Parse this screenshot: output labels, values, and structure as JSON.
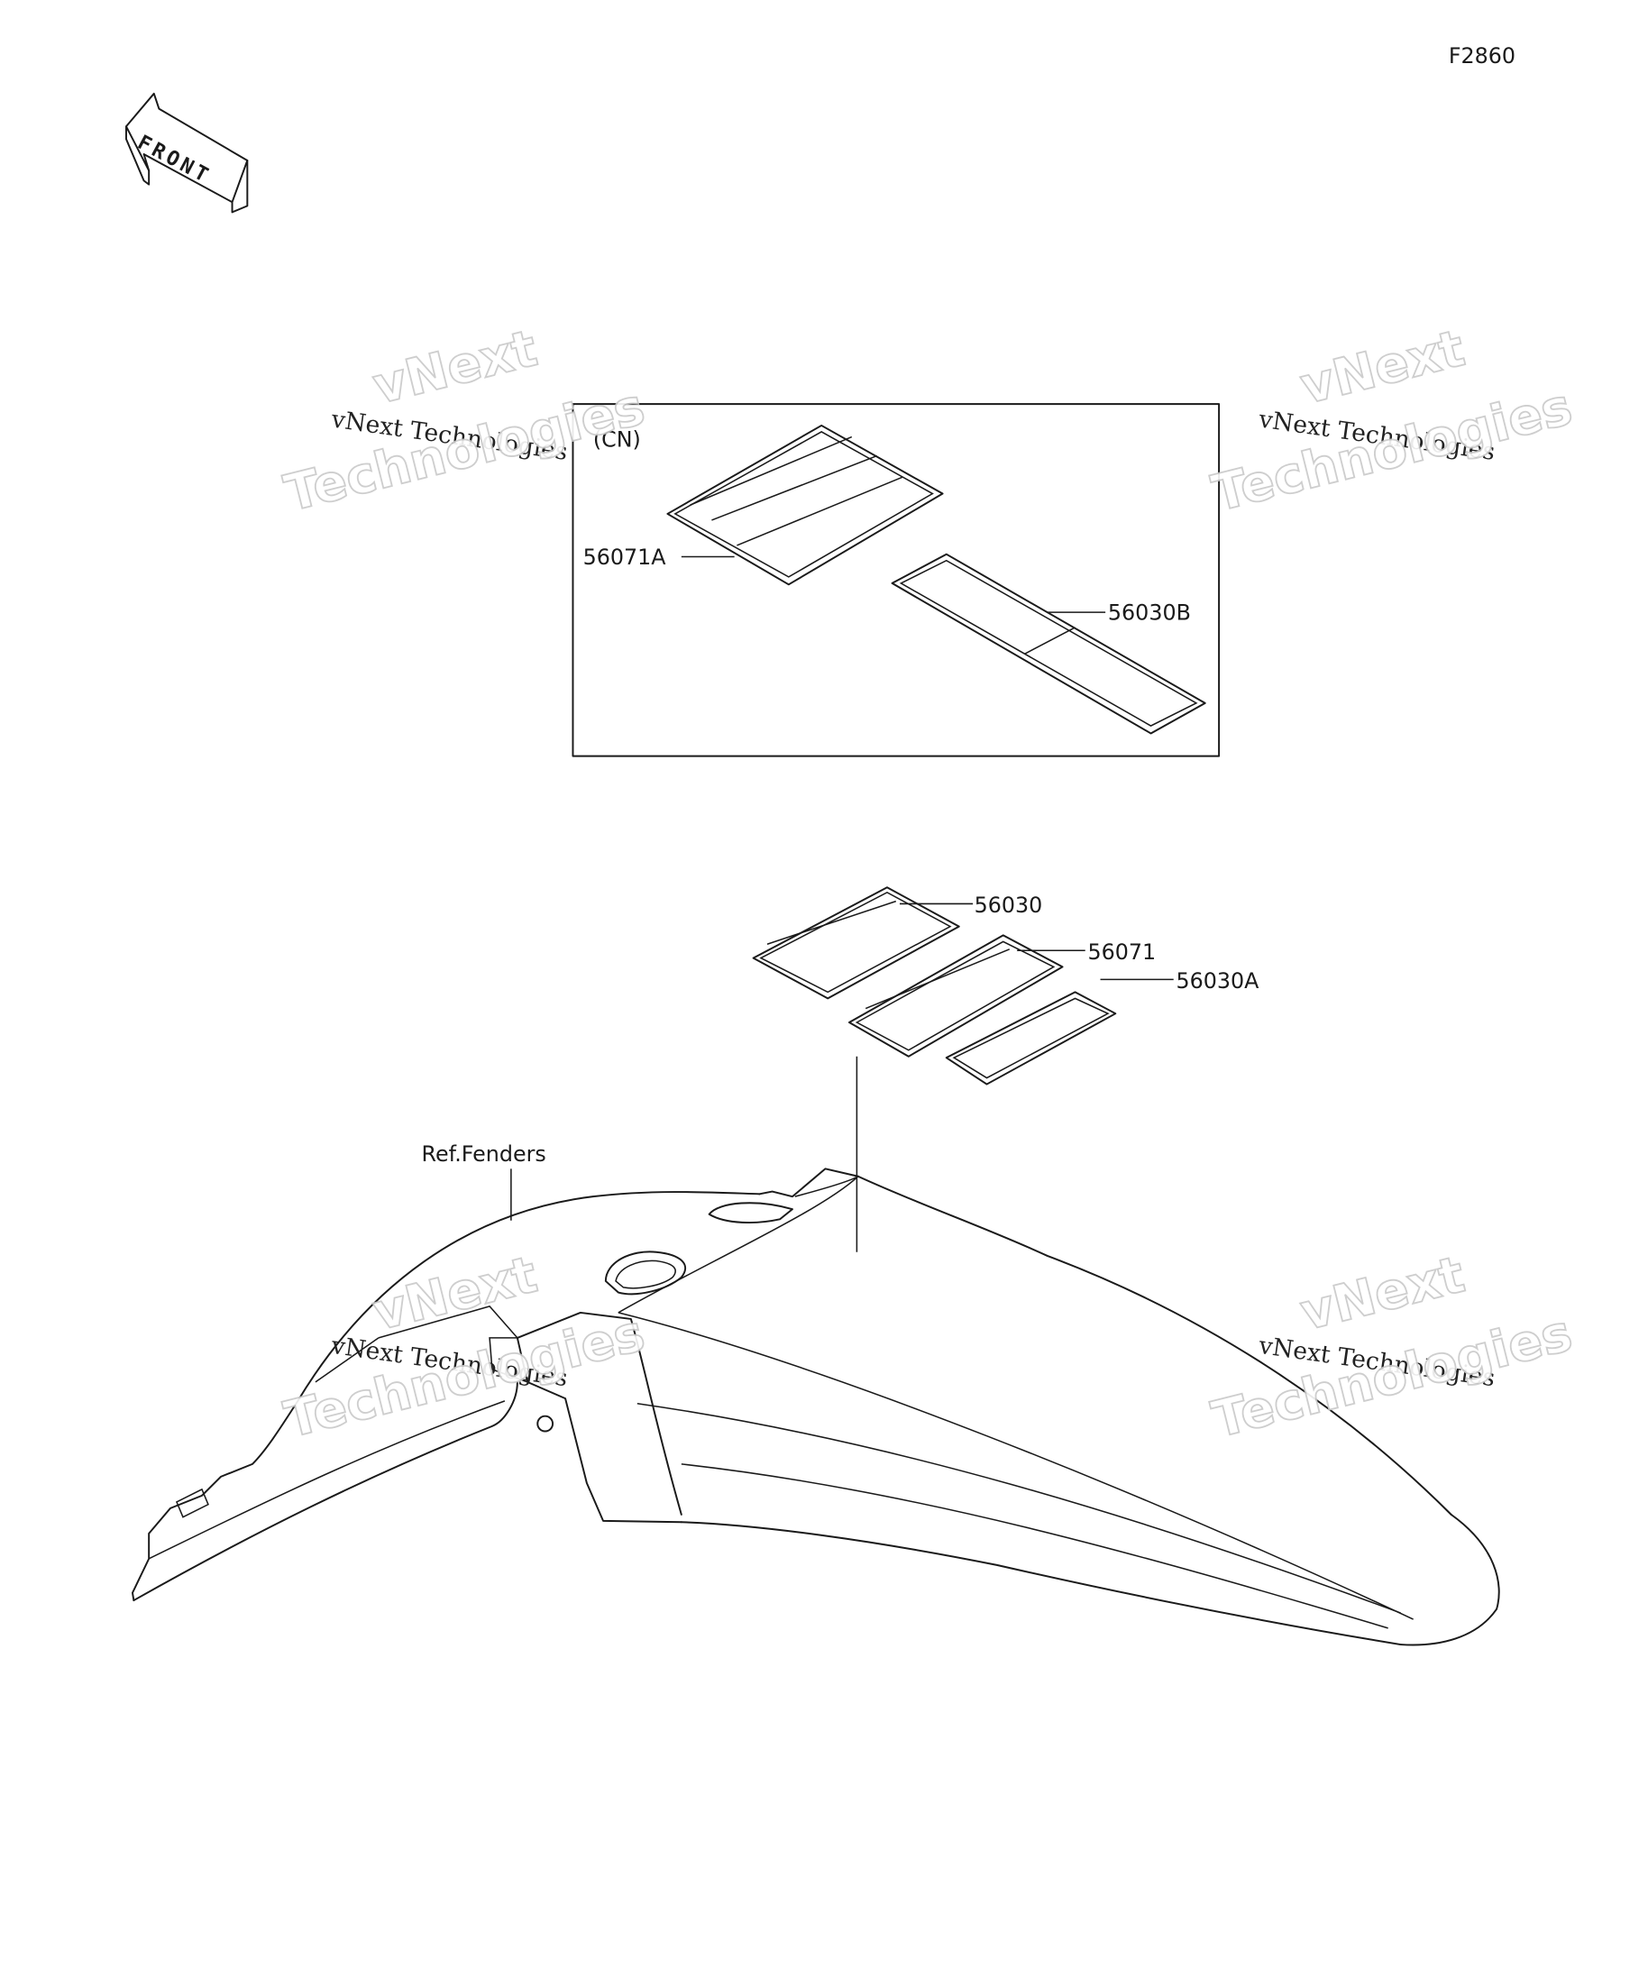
{
  "diagram_id": "F2860",
  "front_arrow": "FRONT",
  "cn_box": {
    "tag": "(CN)"
  },
  "parts": {
    "p56071A": "56071A",
    "p56030B": "56030B",
    "p56030": "56030",
    "p56071": "56071",
    "p56030A": "56030A"
  },
  "ref_label": "Ref.Fenders",
  "watermark": {
    "line1": "vNext Technologies",
    "brand_top": "vNext",
    "brand_bottom": "Technologies"
  }
}
